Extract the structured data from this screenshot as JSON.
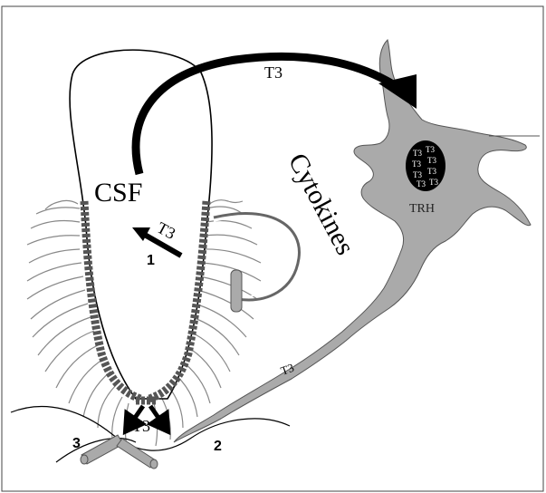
{
  "diagram": {
    "labels": {
      "csf": "CSF",
      "cytokines": "Cytokines",
      "trh": "TRH",
      "t3_top_arrow": "T3",
      "t3_pathway_1": "T3",
      "t3_axon": "T3",
      "t3_bottom": "T3",
      "pathway_1": "1",
      "pathway_2": "2",
      "pathway_3": "3",
      "nucleus_t3": [
        "T3",
        "T3",
        "T3",
        "T3",
        "T3",
        "T3",
        "T3",
        "T3"
      ]
    },
    "colors": {
      "outline": "#000000",
      "neuron_fill": "#aaaaaa",
      "ependyma": "#555555",
      "tanycyte_process": "#888888",
      "nucleus": "#000000",
      "background": "#ffffff"
    }
  }
}
